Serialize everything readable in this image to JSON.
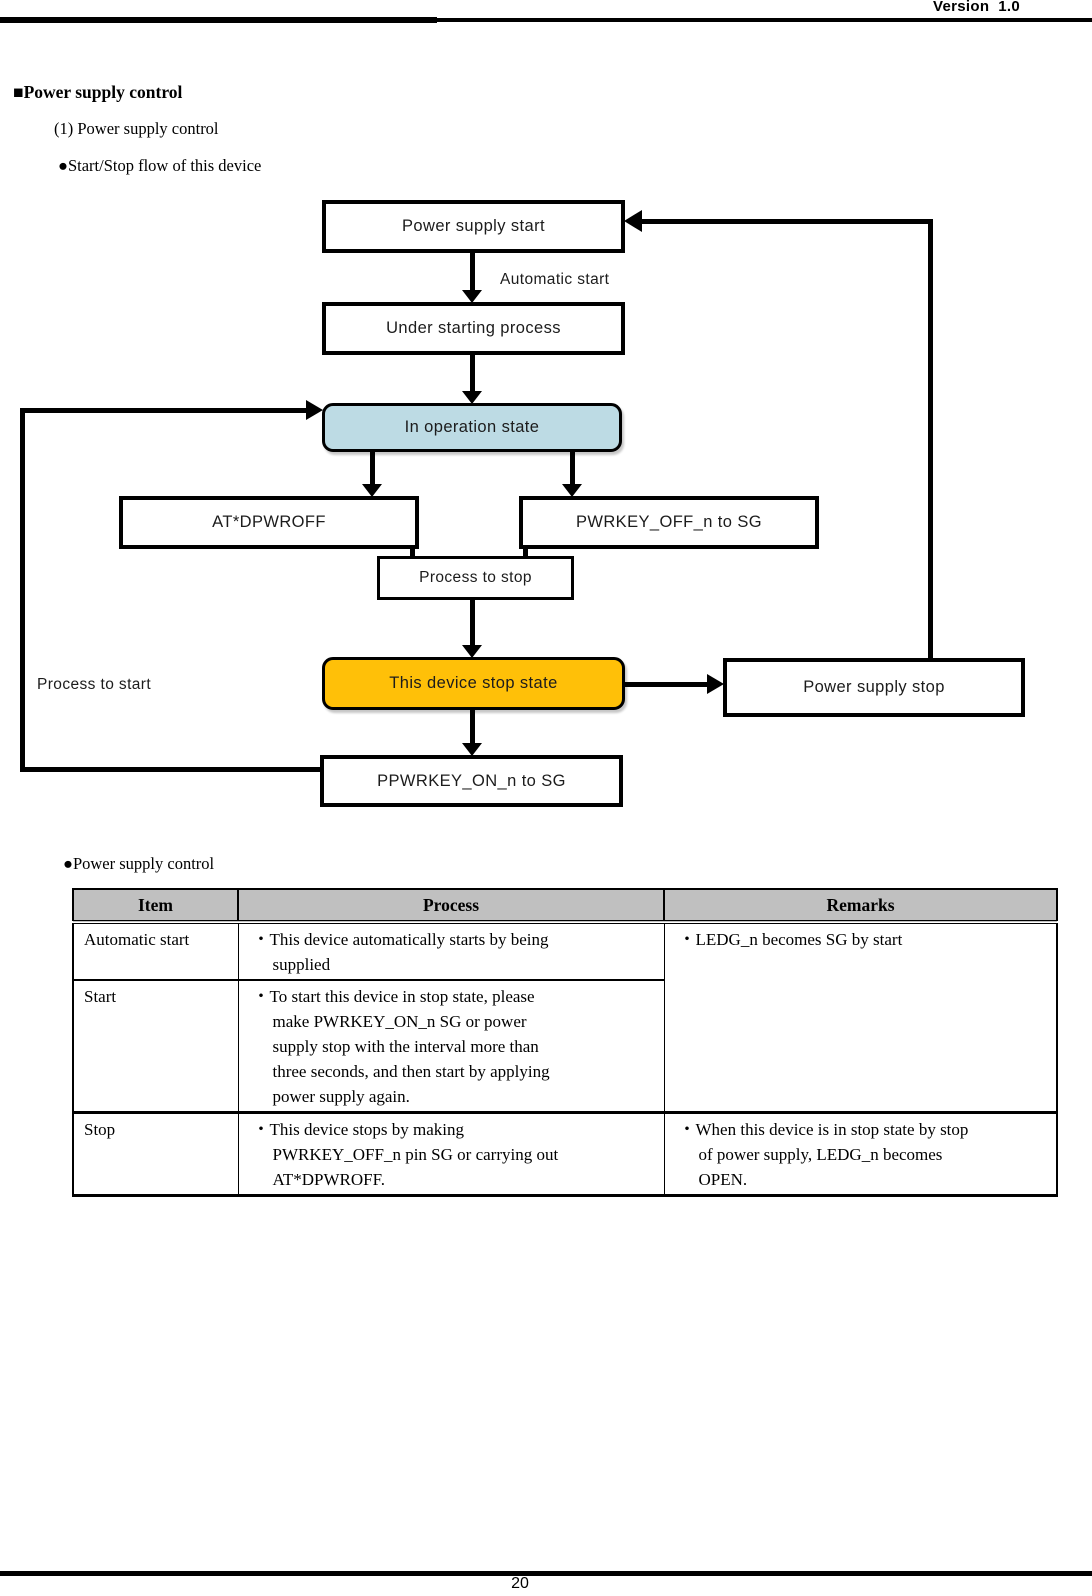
{
  "page": {
    "version_label": "Version  1.0",
    "page_number": "20"
  },
  "headings": {
    "section": "■Power supply control",
    "subsection": "(1) Power supply control",
    "flow_title": "●Start/Stop flow of this device",
    "table_title": "●Power supply control"
  },
  "flowchart": {
    "nodes": {
      "power_supply_start": "Power supply start",
      "under_starting_process": "Under starting process",
      "in_operation_state": "In operation state",
      "at_dpwroff": "AT*DPWROFF",
      "pwrkey_off_to_sg": "PWRKEY_OFF_n to SG",
      "process_to_stop": "Process to stop",
      "this_device_stop_state": "This device stop state",
      "power_supply_stop": "Power supply stop",
      "ppwrkey_on_to_sg": "PPWRKEY_ON_n to SG"
    },
    "labels": {
      "automatic_start": "Automatic start",
      "process_to_start": "Process to start"
    }
  },
  "table": {
    "headers": [
      "Item",
      "Process",
      "Remarks"
    ],
    "rows": [
      {
        "item": "Automatic start",
        "process": "・This device automatically starts by being\nsupplied",
        "remarks": "・LEDG_n becomes SG by start"
      },
      {
        "item": "Start",
        "process": "・To start this device in stop state, please\nmake PWRKEY_ON_n SG or power\nsupply stop with the interval more than\nthree seconds, and then start by applying\npower supply again."
      },
      {
        "item": "Stop",
        "process": "・This device stops by making\nPWRKEY_OFF_n pin SG or carrying out\nAT*DPWROFF.",
        "remarks": "・When this device is in stop state by stop\nof power supply, LEDG_n becomes\nOPEN."
      }
    ]
  },
  "colors": {
    "operation_fill": "#BDDBE4",
    "stop_fill": "#FFC008",
    "table_header_bg": "#C0C0C0",
    "line": "#000000"
  }
}
